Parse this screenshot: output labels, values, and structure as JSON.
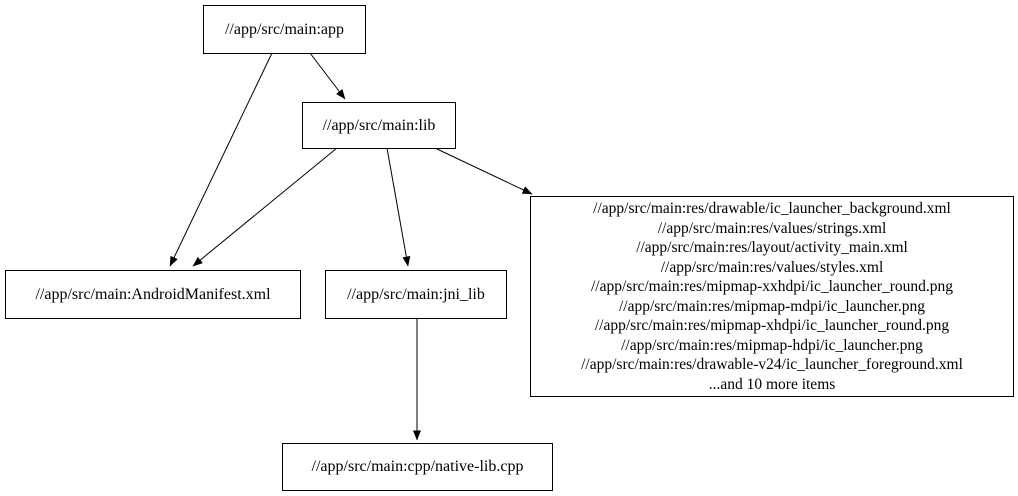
{
  "diagram": {
    "kind": "build-dependency-graph",
    "background_color": "#ffffff",
    "node_border_color": "#000000",
    "edge_color": "#000000",
    "text_color": "#000000"
  },
  "nodes": {
    "app": {
      "label": "//app/src/main:app"
    },
    "lib": {
      "label": "//app/src/main:lib"
    },
    "manifest": {
      "label": "//app/src/main:AndroidManifest.xml"
    },
    "jni_lib": {
      "label": "//app/src/main:jni_lib"
    },
    "native_lib": {
      "label": "//app/src/main:cpp/native-lib.cpp"
    },
    "res_group": {
      "lines": [
        "//app/src/main:res/drawable/ic_launcher_background.xml",
        "//app/src/main:res/values/strings.xml",
        "//app/src/main:res/layout/activity_main.xml",
        "//app/src/main:res/values/styles.xml",
        "//app/src/main:res/mipmap-xxhdpi/ic_launcher_round.png",
        "//app/src/main:res/mipmap-mdpi/ic_launcher.png",
        "//app/src/main:res/mipmap-xhdpi/ic_launcher_round.png",
        "//app/src/main:res/mipmap-hdpi/ic_launcher.png",
        "//app/src/main:res/drawable-v24/ic_launcher_foreground.xml",
        "...and 10 more items"
      ]
    }
  },
  "edges": [
    {
      "from": "app",
      "to": "lib"
    },
    {
      "from": "app",
      "to": "manifest"
    },
    {
      "from": "lib",
      "to": "manifest"
    },
    {
      "from": "lib",
      "to": "jni_lib"
    },
    {
      "from": "lib",
      "to": "res_group"
    },
    {
      "from": "jni_lib",
      "to": "native_lib"
    }
  ]
}
